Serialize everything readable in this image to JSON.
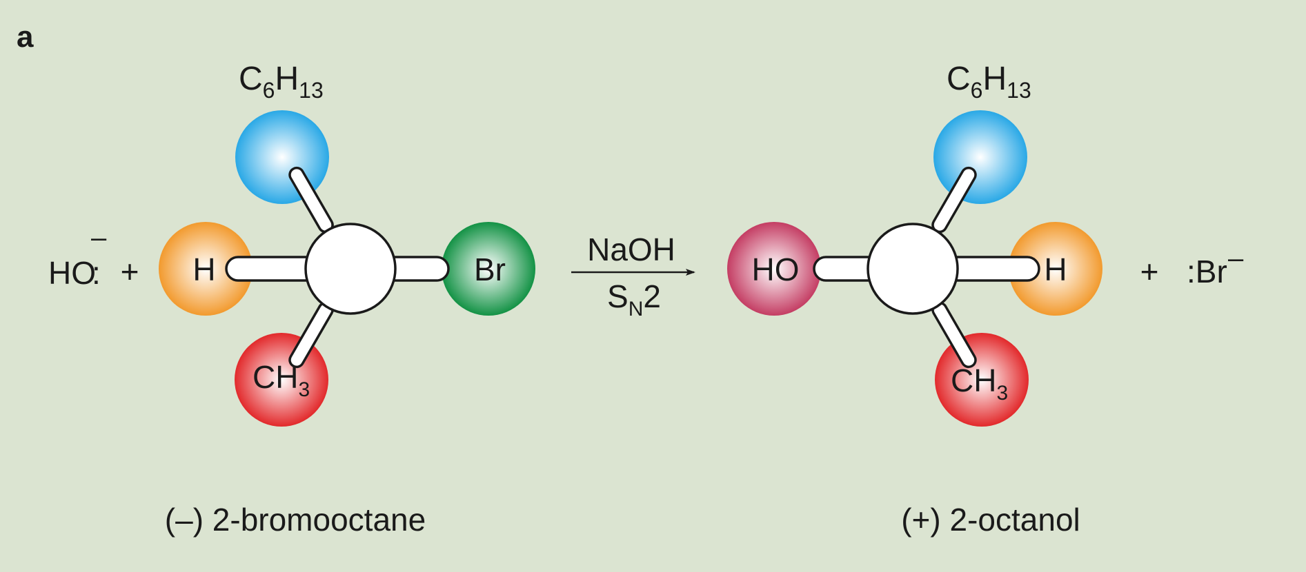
{
  "panel_label": "a",
  "colors": {
    "background": "#dbe4d1",
    "c6h13": "#29a8e6",
    "h": "#f29a2e",
    "ch3": "#e2292b",
    "br": "#139245",
    "ho": "#c43d63",
    "ink": "#1a1a1a"
  },
  "reactant": {
    "nucleophile": "HO",
    "nucleophile_charge": "–",
    "plus": "+",
    "top": {
      "main": "C",
      "sub1": "6",
      "main2": "H",
      "sub2": "13"
    },
    "left_atom": "H",
    "right_atom": "Br",
    "bottom": {
      "main": "CH",
      "sub": "3"
    },
    "name": "(–) 2-bromooctane"
  },
  "arrow": {
    "reagent": "NaOH",
    "mechanism_main": "S",
    "mechanism_sub": "N",
    "mechanism_num": "2"
  },
  "product": {
    "top": {
      "main": "C",
      "sub1": "6",
      "main2": "H",
      "sub2": "13"
    },
    "left_atom": "HO",
    "right_atom": "H",
    "bottom": {
      "main": "CH",
      "sub": "3"
    },
    "plus": "+",
    "leaving_group": ":Br",
    "leaving_charge": "–",
    "name": "(+) 2-octanol"
  }
}
